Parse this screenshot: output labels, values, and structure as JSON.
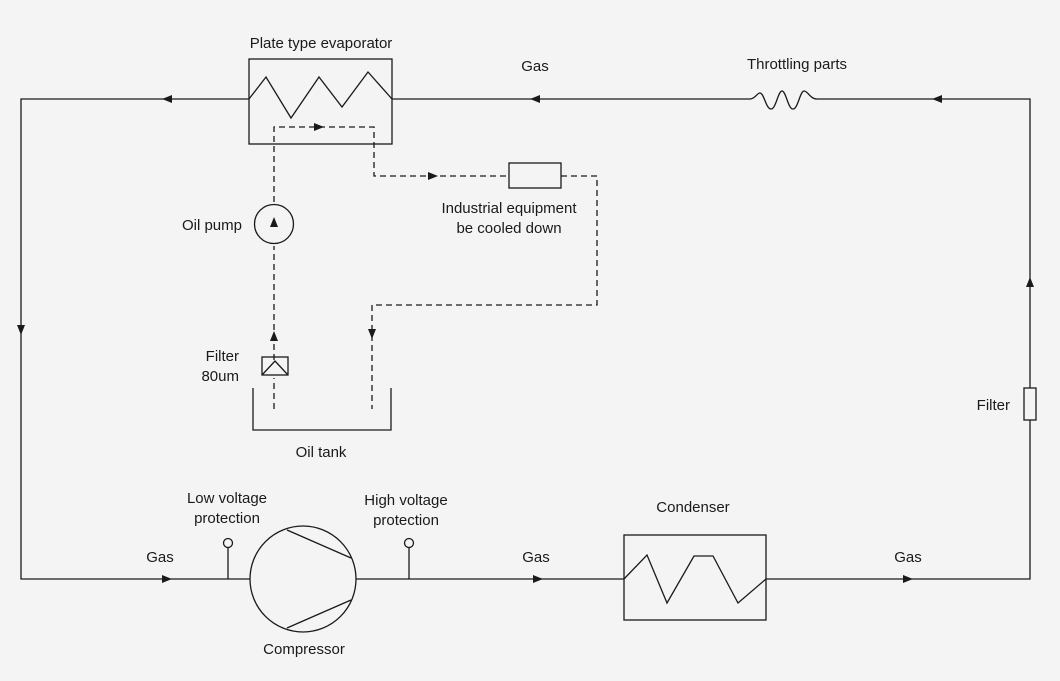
{
  "labels": {
    "evaporator": "Plate type evaporator",
    "gas_top": "Gas",
    "throttling": "Throttling parts",
    "oil_pump": "Oil pump",
    "equipment_line1": "Industrial equipment",
    "equipment_line2": "be cooled down",
    "filter_80_line1": "Filter",
    "filter_80_line2": "80um",
    "oil_tank": "Oil tank",
    "filter_right": "Filter",
    "low_voltage_line1": "Low voltage",
    "low_voltage_line2": "protection",
    "high_voltage_line1": "High voltage",
    "high_voltage_line2": "protection",
    "condenser": "Condenser",
    "gas_bottom_left": "Gas",
    "gas_bottom_mid": "Gas",
    "gas_bottom_right": "Gas",
    "compressor": "Compressor"
  },
  "colors": {
    "background": "#f4f4f4",
    "line": "#1a1a1a"
  }
}
